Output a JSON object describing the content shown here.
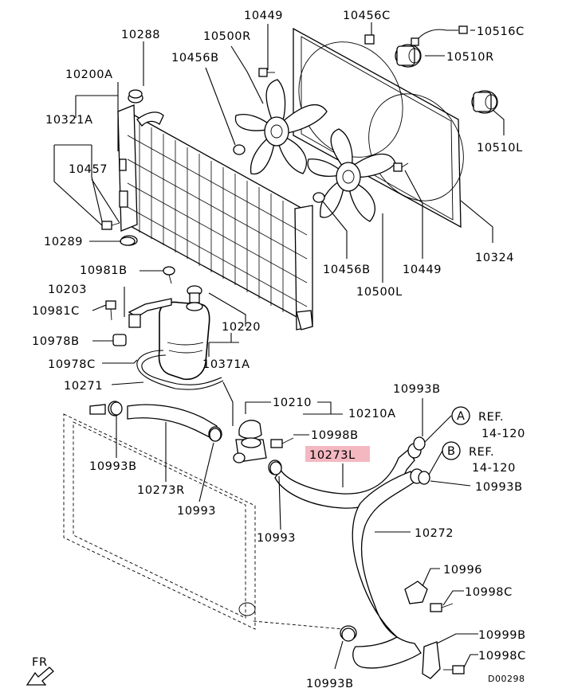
{
  "diagram": {
    "labels": {
      "p10449_top": "10449",
      "p10456C": "10456C",
      "p10516C": "10516C",
      "p10288": "10288",
      "p10500R": "10500R",
      "p10510R": "10510R",
      "p10456B_top": "10456B",
      "p10200A": "10200A",
      "p10321A": "10321A",
      "p10510L": "10510L",
      "p10457": "10457",
      "p10289": "10289",
      "p10324": "10324",
      "p10456B_bot": "10456B",
      "p10449_bot": "10449",
      "p10981B": "10981B",
      "p10500L": "10500L",
      "p10203": "10203",
      "p10981C": "10981C",
      "p10220": "10220",
      "p10978B": "10978B",
      "p10978C": "10978C",
      "p10371A": "10371A",
      "p10271": "10271",
      "p10993B_a": "10993B",
      "p10210": "10210",
      "p10210A": "10210A",
      "p10998B": "10998B",
      "ref_A_letter": "A",
      "ref_A_text": "REF.",
      "ref_A_page": "14-120",
      "p10993B_left": "10993B",
      "p10273L": "10273L",
      "ref_B_letter": "B",
      "ref_B_text": "REF.",
      "ref_B_page": "14-120",
      "p10273R": "10273R",
      "p10993B_b": "10993B",
      "p10993_a": "10993",
      "p10272": "10272",
      "p10993_b": "10993",
      "p10996": "10996",
      "p10998C_a": "10998C",
      "p10999B": "10999B",
      "p10998C_b": "10998C",
      "p10993B_bot": "10993B",
      "fr": "FR",
      "drawing_code": "D00298"
    },
    "highlight_color": "#f4b8c1"
  }
}
